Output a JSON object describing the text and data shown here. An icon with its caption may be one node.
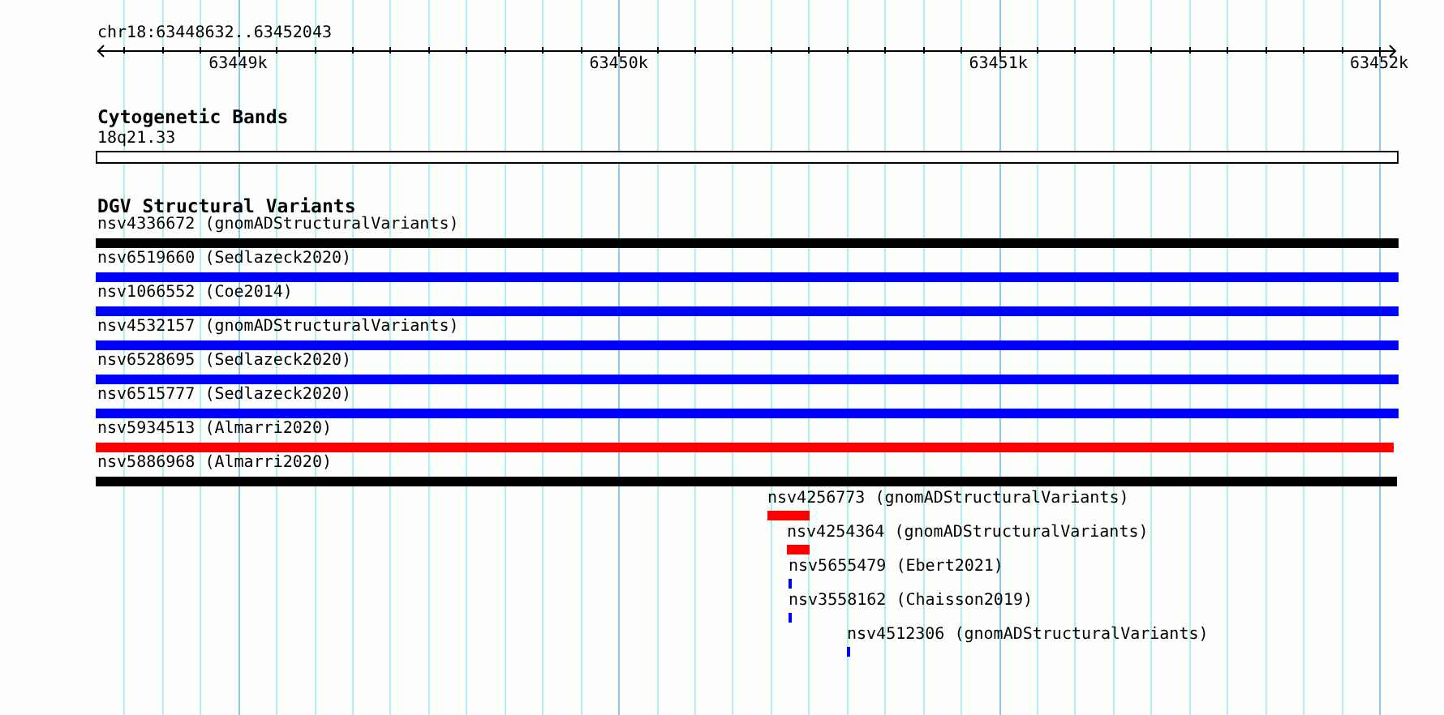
{
  "diagram": {
    "nodes": [
      {
        "text": [],
        "shape": "bar",
        "beside": [
          "18q21.33"
        ]
      },
      {
        "text": [],
        "shape": "bar",
        "beside": [
          "nsv4336672 (gnomADStructuralVariants)"
        ]
      },
      {
        "text": [],
        "shape": "bar",
        "beside": [
          "nsv6519660 (Sedlazeck2020)"
        ]
      },
      {
        "text": [],
        "shape": "bar",
        "beside": [
          "nsv1066552 (Coe2014)"
        ]
      },
      {
        "text": [],
        "shape": "bar",
        "beside": [
          "nsv4532157 (gnomADStructuralVariants)"
        ]
      },
      {
        "text": [],
        "shape": "bar",
        "beside": [
          "nsv6528695 (Sedlazeck2020)"
        ]
      },
      {
        "text": [],
        "shape": "bar",
        "beside": [
          "nsv6515777 (Sedlazeck2020)"
        ]
      },
      {
        "text": [],
        "shape": "bar",
        "beside": [
          "nsv5934513 (Almarri2020)"
        ]
      },
      {
        "text": [],
        "shape": "bar",
        "beside": [
          "nsv5886968 (Almarri2020)"
        ]
      },
      {
        "text": [],
        "shape": "bar",
        "beside": [
          "nsv4256773 (gnomADStructuralVariants)"
        ]
      },
      {
        "text": [],
        "shape": "bar",
        "beside": [
          "nsv4254364 (gnomADStructuralVariants)"
        ]
      },
      {
        "text": [],
        "shape": "bar",
        "beside": [
          "nsv5655479 (Ebert2021)"
        ]
      },
      {
        "text": [],
        "shape": "bar",
        "beside": [
          "nsv3558162 (Chaisson2019)"
        ]
      },
      {
        "text": [],
        "shape": "bar",
        "beside": [
          "nsv4512306 (gnomADStructuralVariants)"
        ]
      }
    ],
    "labels": [
      "chr18:63448632..63452043",
      "63449k",
      "63450k",
      "63451k",
      "63452k",
      "Cytogenetic Bands",
      "DGV Structural Variants"
    ]
  }
}
